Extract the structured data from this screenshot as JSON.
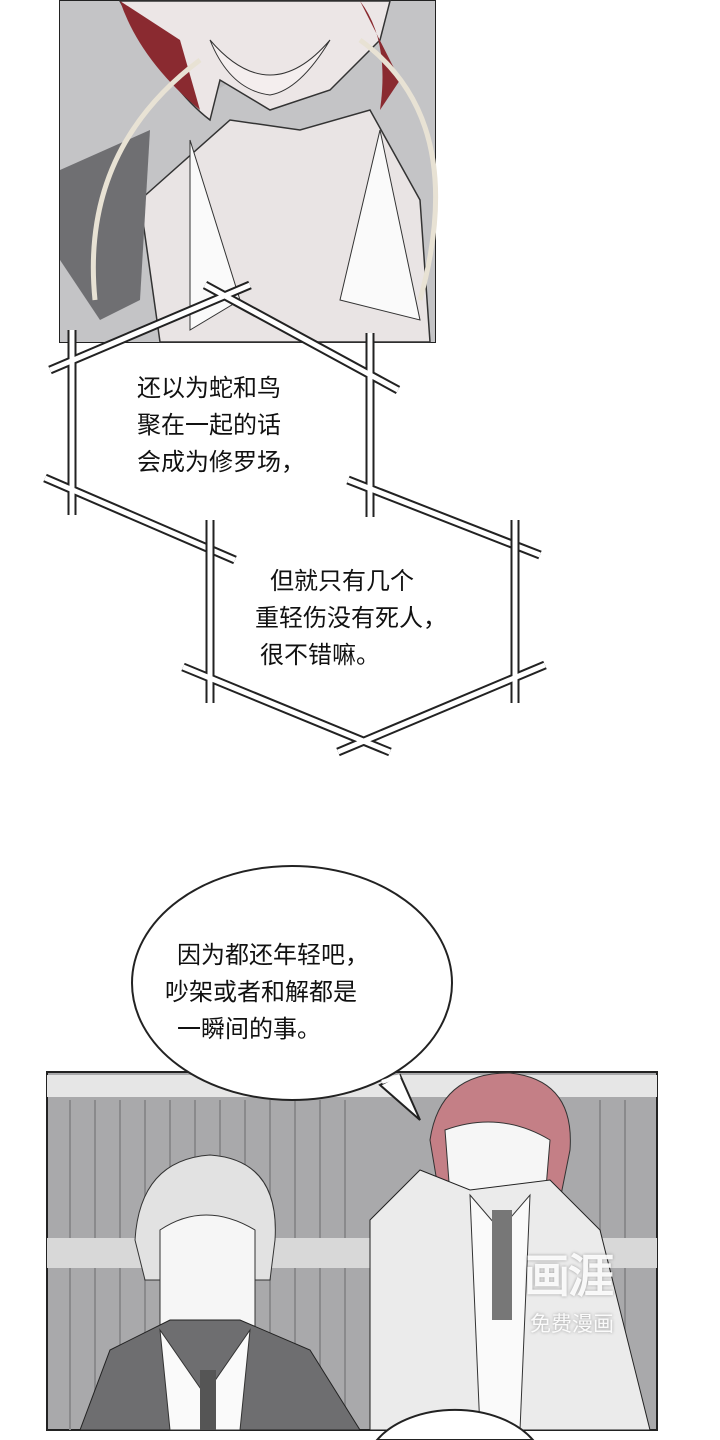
{
  "narration_box_1": {
    "lines": [
      "还以为蛇和鸟",
      "聚在一起的话",
      "会成为修罗场，"
    ]
  },
  "narration_box_2": {
    "lines": [
      "但就只有几个",
      "重轻伤没有死人，",
      "很不错嘛。"
    ]
  },
  "speech_bubble": {
    "lines": [
      "因为都还年轻吧，",
      "吵架或者和解都是",
      "一瞬间的事。"
    ]
  },
  "watermark": {
    "logo": "画涯",
    "caption": "免费漫画"
  },
  "colors": {
    "panel_border": "#222222",
    "background": "#ffffff"
  }
}
